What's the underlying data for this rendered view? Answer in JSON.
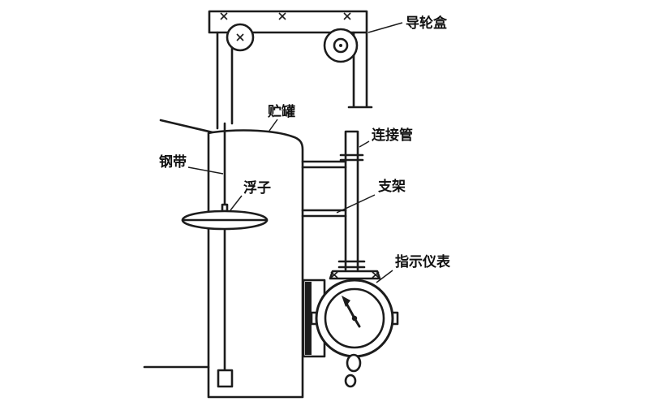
{
  "diagram": {
    "labels": {
      "guide_wheel_box": "导轮盒",
      "storage_tank": "贮罐",
      "connecting_pipe": "连接管",
      "steel_band": "钢带",
      "bracket": "支架",
      "float": "浮子",
      "indicator_gauge": "指示仪表"
    },
    "colors": {
      "line": "#1c1c1c",
      "background": "#ffffff"
    }
  }
}
